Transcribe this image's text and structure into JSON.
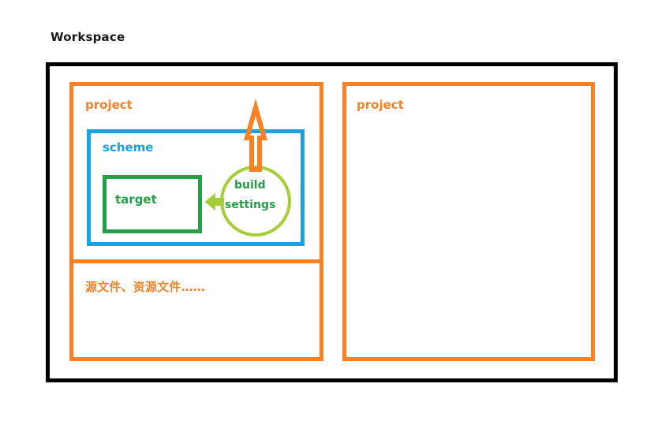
{
  "diagram": {
    "title": "Workspace",
    "title_color": "#1a1a1a",
    "outer_box": {
      "name": "workspace",
      "border_color": "#000000"
    },
    "panels": [
      {
        "id": "project-left",
        "label": "project",
        "color": "#F98125",
        "files_caption": "源文件、资源文件……",
        "scheme": {
          "label": "scheme",
          "color": "#19A3E0",
          "target": {
            "label": "target",
            "color": "#24A148"
          },
          "build_settings": {
            "label_line1": "build",
            "label_line2": "settings",
            "circle_color": "#A5CE3A",
            "text_color": "#22A045"
          }
        }
      },
      {
        "id": "project-right",
        "label": "project",
        "color": "#F98125"
      }
    ],
    "arrows": [
      {
        "name": "build-settings-up-arrow",
        "direction": "up",
        "color": "#F98125",
        "style": "outlined",
        "from": "build settings",
        "to": "project"
      },
      {
        "name": "build-settings-to-target-arrow",
        "direction": "left",
        "color": "#A5CE3A",
        "style": "filled",
        "from": "build settings",
        "to": "target"
      }
    ]
  }
}
